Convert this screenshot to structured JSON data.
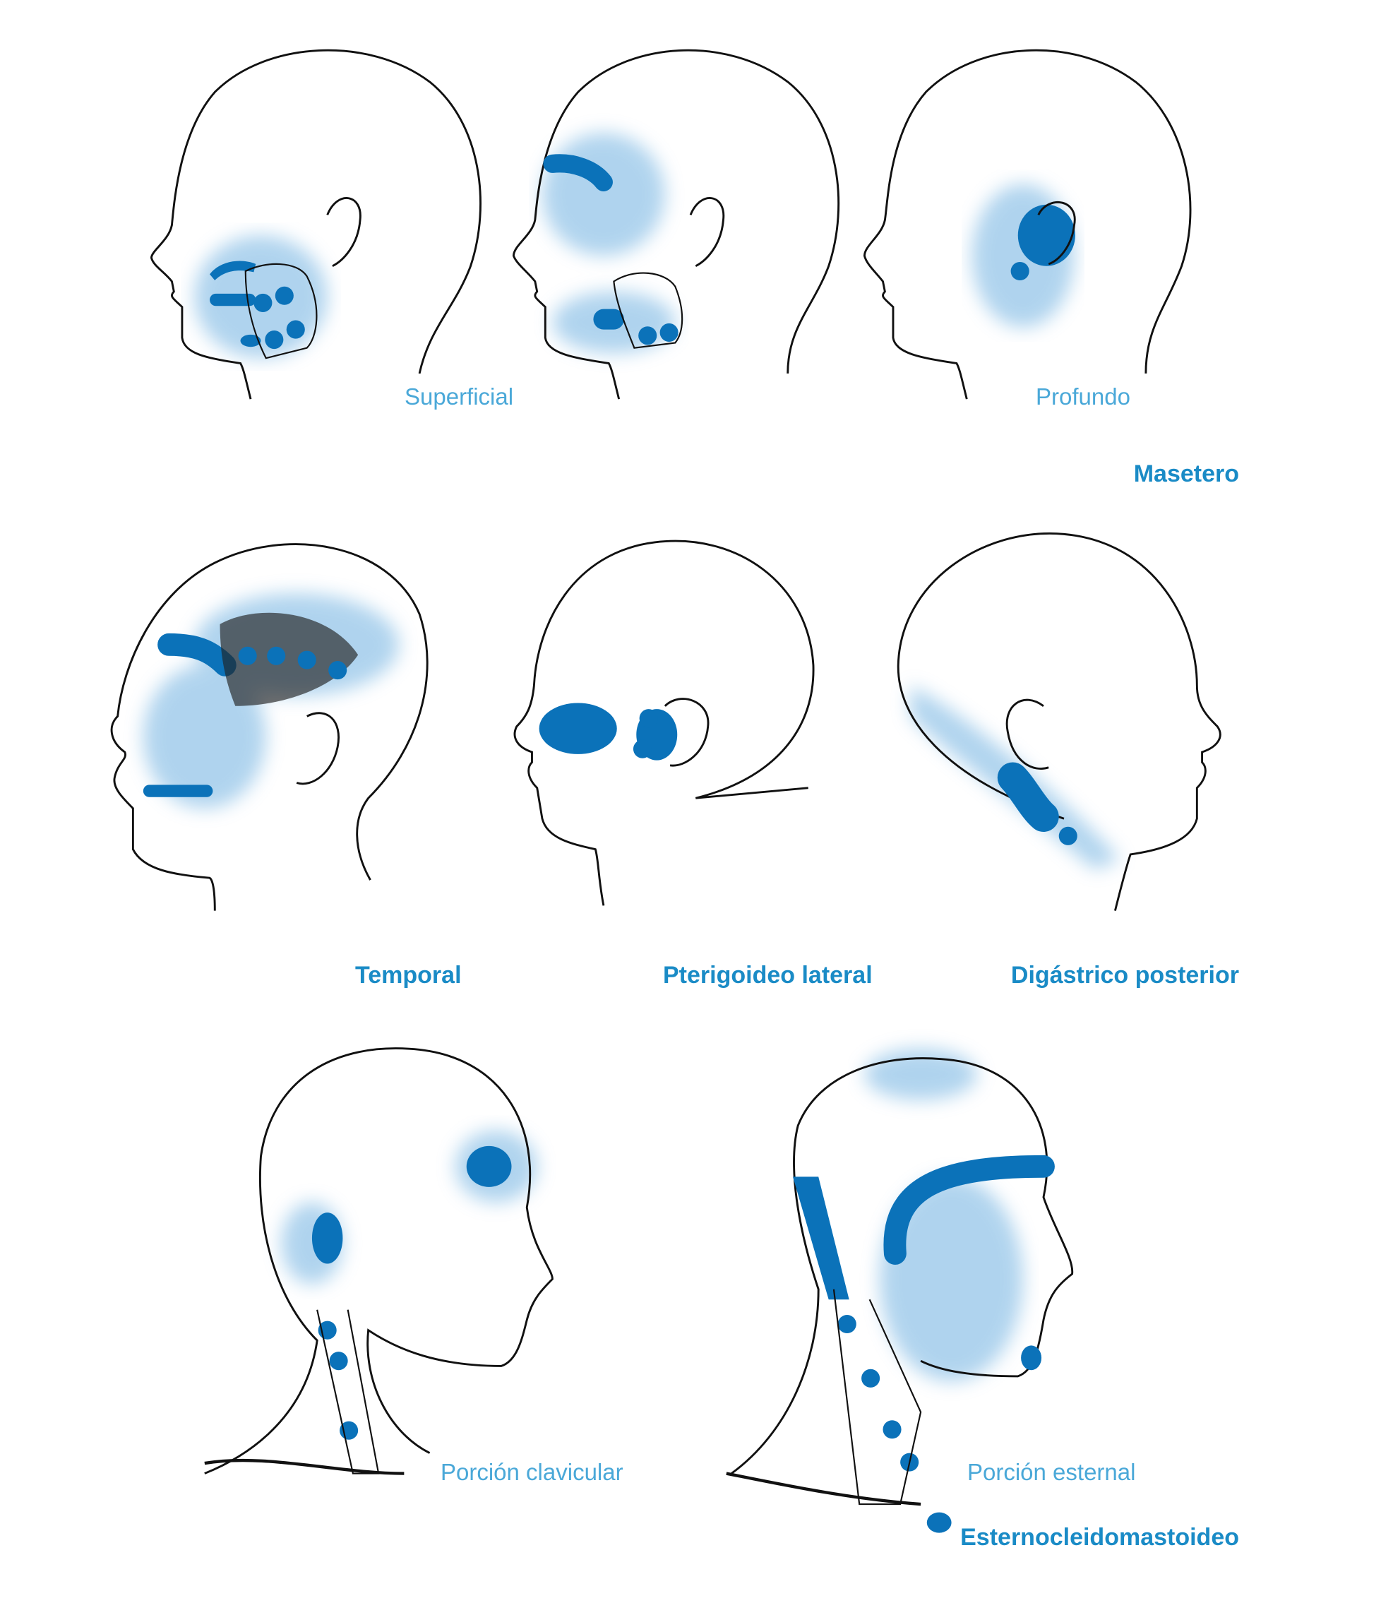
{
  "colors": {
    "trigger_blue": "#0b72b9",
    "referred_haze": "#9cc9ea",
    "label_light": "#4aa8d8",
    "label_bold": "#1a8bc6"
  },
  "row1": {
    "labels": [
      "Superficial",
      "Profundo"
    ],
    "title": "Masetero"
  },
  "row2": {
    "titles": [
      "Temporal",
      "Pterigoideo lateral",
      "Digástrico posterior"
    ]
  },
  "row3": {
    "labels": [
      "Porción clavicular",
      "Porción esternal"
    ],
    "title": "Esternocleidomastoideo"
  }
}
